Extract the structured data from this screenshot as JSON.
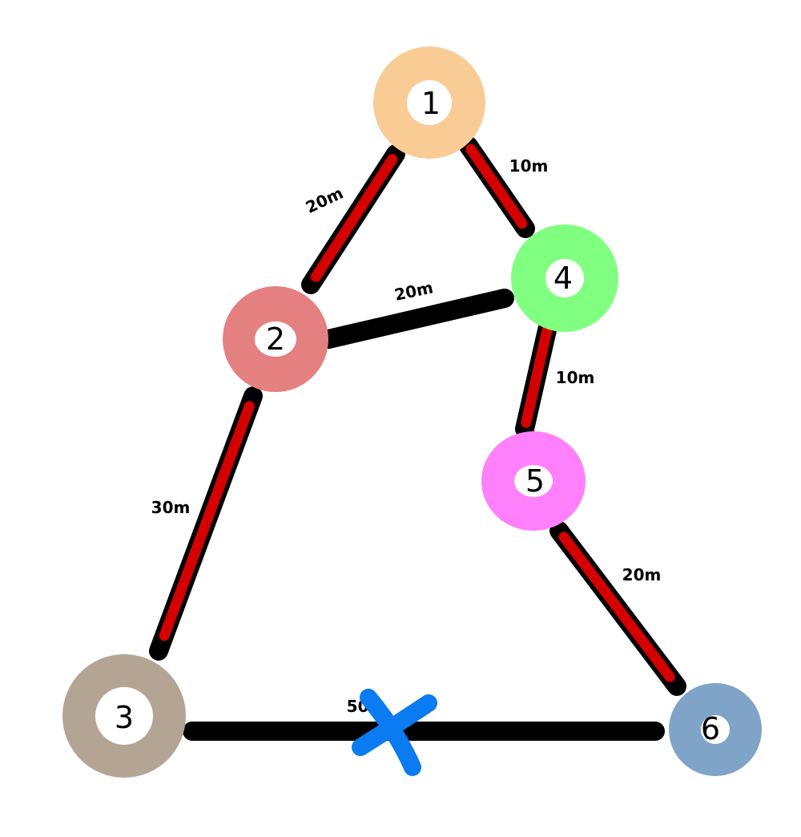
{
  "nodes": [
    {
      "id": "1",
      "label": "1",
      "color": "#F8CC94"
    },
    {
      "id": "2",
      "label": "2",
      "color": "#E48080"
    },
    {
      "id": "3",
      "label": "3",
      "color": "#B4A494"
    },
    {
      "id": "4",
      "label": "4",
      "color": "#80FF80"
    },
    {
      "id": "5",
      "label": "5",
      "color": "#FF80FA"
    },
    {
      "id": "6",
      "label": "6",
      "color": "#80A4C8"
    }
  ],
  "edges": [
    {
      "from": "1",
      "to": "2",
      "label": "20m",
      "highlighted": true
    },
    {
      "from": "1",
      "to": "4",
      "label": "10m",
      "highlighted": true
    },
    {
      "from": "2",
      "to": "4",
      "label": "20m",
      "highlighted": false
    },
    {
      "from": "2",
      "to": "3",
      "label": "30m",
      "highlighted": true
    },
    {
      "from": "4",
      "to": "5",
      "label": "10m",
      "highlighted": true
    },
    {
      "from": "5",
      "to": "6",
      "label": "20m",
      "highlighted": true
    },
    {
      "from": "3",
      "to": "6",
      "label": "50m",
      "highlighted": false,
      "crossed_out": true
    }
  ],
  "colors": {
    "edge": "#000000",
    "highlight": "#D40000",
    "cross": "#0A7BF0"
  }
}
